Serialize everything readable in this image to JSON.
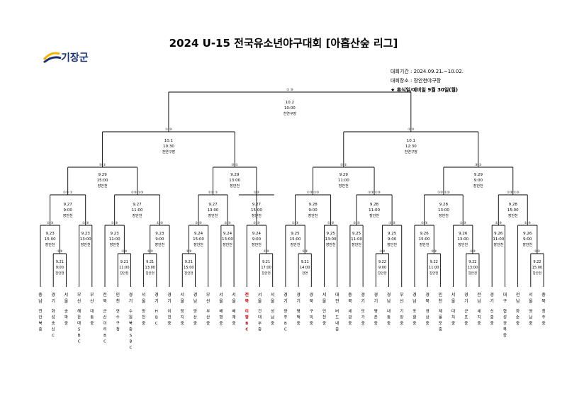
{
  "title": "2024 U-15 전국유소년야구대회 [아홉산숲 리그]",
  "logo": {
    "text": "기장군"
  },
  "info": {
    "period": "대회기간 : 2024.09.21.~10.02.",
    "venue": "대회장소 : 장안천야구장",
    "note": "★ 휴식일/예비일 9월 30일(월)"
  },
  "final": {
    "date": "10.2",
    "time": "10:00",
    "venue": "천연구장",
    "winners": "①  ③"
  },
  "semis": [
    {
      "date": "10.1",
      "time": "10:30",
      "venue": "천연구장",
      "winners": "①  ③"
    },
    {
      "date": "10.1",
      "time": "12:30",
      "venue": "천연구장",
      "winners": "①  ③"
    }
  ],
  "quarters": [
    {
      "date": "9.29",
      "time": "15:00",
      "venue": "장안천",
      "winners": "③  ①"
    },
    {
      "date": "9.29",
      "time": "13:00",
      "venue": "장안천",
      "winners": "③  ①"
    },
    {
      "date": "9.29",
      "time": "11:00",
      "venue": "장안천",
      "winners": "③  ①"
    },
    {
      "date": "9.29",
      "time": "9:00",
      "venue": "장안천",
      "winners": "③  ①"
    }
  ],
  "r16": [
    {
      "date": "9.27",
      "time": "9:00",
      "venue": "장안천",
      "winners": "①③  ①"
    },
    {
      "date": "9.27",
      "time": "11:00",
      "venue": "장안천",
      "winners": "①③  ①③"
    },
    {
      "date": "9.27",
      "time": "13:00",
      "venue": "장안천",
      "winners": "①③  ①"
    },
    {
      "date": "9.27",
      "time": "15:00",
      "venue": "장안천",
      "winners": "①③"
    },
    {
      "date": "9.28",
      "time": "9:00",
      "venue": "장안천",
      "winners": "①③  ①③"
    },
    {
      "date": "9.28",
      "time": "11:00",
      "venue": "장안천",
      "winners": "①③  ①③"
    },
    {
      "date": "9.28",
      "time": "13:00",
      "venue": "장안천",
      "winners": "①③  ①③"
    },
    {
      "date": "9.28",
      "time": "15:00",
      "venue": "장안천",
      "winners": "①③  ①③"
    }
  ],
  "r32": [
    {
      "date": "9.23",
      "time": "15:00",
      "venue": "장안천",
      "winners": "① ③"
    },
    {
      "date": "9.23",
      "time": "13:00",
      "venue": "장안천",
      "winners": "① ③"
    },
    {
      "date": "9.23",
      "time": "11:00",
      "venue": "장안천",
      "winners": "① ③"
    },
    {
      "date": "9.23",
      "time": "9:00",
      "venue": "장안천",
      "winners": "① ③"
    },
    {
      "date": "9.24",
      "time": "15:00",
      "venue": "장안천",
      "winners": "① ③"
    },
    {
      "date": "9.24",
      "time": "13:00",
      "venue": "장안천",
      "winners": "① ③"
    },
    {
      "date": "9.24",
      "time": "9:00",
      "venue": "장안천",
      "winners": "① ③"
    },
    {
      "date": "9.25",
      "time": "15:00",
      "venue": "장안천",
      "winners": "① ③"
    },
    {
      "date": "9.25",
      "time": "13:00",
      "venue": "장안천",
      "winners": "① ③"
    },
    {
      "date": "9.25",
      "time": "11:00",
      "venue": "장안천",
      "winners": "① ③"
    },
    {
      "date": "9.25",
      "time": "9:00",
      "venue": "장안천",
      "winners": "① ③"
    },
    {
      "date": "9.26",
      "time": "15:00",
      "venue": "장안천",
      "winners": "① ③"
    },
    {
      "date": "9.26",
      "time": "13:00",
      "venue": "장안천",
      "winners": "① ③"
    },
    {
      "date": "9.26",
      "time": "11:00",
      "venue": "장안천",
      "winners": "① ③"
    },
    {
      "date": "9.26",
      "time": "9:00",
      "venue": "장안천",
      "winners": "① ③"
    }
  ],
  "r64": [
    {
      "date": "9.21",
      "time": "9:00",
      "venue": "장안천",
      "winners": "①③"
    },
    {
      "date": "9.21",
      "time": "11:00",
      "venue": "장안천",
      "winners": "①③"
    },
    {
      "date": "9.21",
      "time": "13:00",
      "venue": "장안천",
      "winners": "①③"
    },
    {
      "date": "9.21",
      "time": "15:00",
      "venue": "장안천",
      "winners": "①③"
    },
    {
      "date": "9.21",
      "time": "17:00",
      "venue": "장안천",
      "winners": "①③"
    },
    {
      "date": "9.21",
      "time": "14:00",
      "venue": "천연",
      "winners": "①③"
    },
    {
      "date": "9.22",
      "time": "9:00",
      "venue": "장안천",
      "winners": "①③"
    },
    {
      "date": "9.22",
      "time": "11:00",
      "venue": "장안천",
      "winners": "①③"
    },
    {
      "date": "9.22",
      "time": "13:00",
      "venue": "장안천",
      "winners": "①③"
    },
    {
      "date": "9.22",
      "time": "15:00",
      "venue": "장안천",
      "winners": "①③"
    }
  ],
  "teams": [
    {
      "region": "충남",
      "name": "천안북중"
    },
    {
      "region": "경기",
      "name": "화성송신C"
    },
    {
      "region": "서울",
      "name": "송파중"
    },
    {
      "region": "부산",
      "name": "해운대SBC"
    },
    {
      "region": "부산",
      "name": "대동중"
    },
    {
      "region": "전북",
      "name": "군산이리BC"
    },
    {
      "region": "인천",
      "name": "연수구청"
    },
    {
      "region": "경기",
      "name": "수원북중SBC"
    },
    {
      "region": "서울",
      "name": "양천중"
    },
    {
      "region": "경기",
      "name": "HBC"
    },
    {
      "region": "경기",
      "name": "이천중"
    },
    {
      "region": "서울",
      "name": "장지중"
    },
    {
      "region": "경남",
      "name": "양산중"
    },
    {
      "region": "부산",
      "name": "부산중"
    },
    {
      "region": "서울",
      "name": "배명중"
    },
    {
      "region": "서울",
      "name": "배재중"
    },
    {
      "region": "전북",
      "name": "이평BC",
      "highlight": true
    },
    {
      "region": "서울",
      "name": "건대부중"
    },
    {
      "region": "서울",
      "name": "성남중"
    },
    {
      "region": "경기",
      "name": "양주BC"
    },
    {
      "region": "경기",
      "name": "평택중"
    },
    {
      "region": "경북",
      "name": "구미중"
    },
    {
      "region": "서울",
      "name": "인천중"
    },
    {
      "region": "대전",
      "name": "버드내중"
    },
    {
      "region": "충북",
      "name": "세광중"
    },
    {
      "region": "경기",
      "name": "모가중"
    },
    {
      "region": "경기",
      "name": "평촌중"
    },
    {
      "region": "경남",
      "name": "내동중"
    },
    {
      "region": "부산",
      "name": "기장중"
    },
    {
      "region": "경남",
      "name": "포항중"
    },
    {
      "region": "경북",
      "name": "경상중"
    },
    {
      "region": "인천",
      "name": "제물포중"
    },
    {
      "region": "서울",
      "name": "대치중"
    },
    {
      "region": "경기",
      "name": "군포중"
    },
    {
      "region": "전남",
      "name": "세지중"
    },
    {
      "region": "경기",
      "name": "신흥중"
    },
    {
      "region": "대구",
      "name": "협성경복중"
    },
    {
      "region": "전남",
      "name": "화순중"
    },
    {
      "region": "서울",
      "name": "영남중"
    },
    {
      "region": "충북",
      "name": "청주중"
    }
  ]
}
